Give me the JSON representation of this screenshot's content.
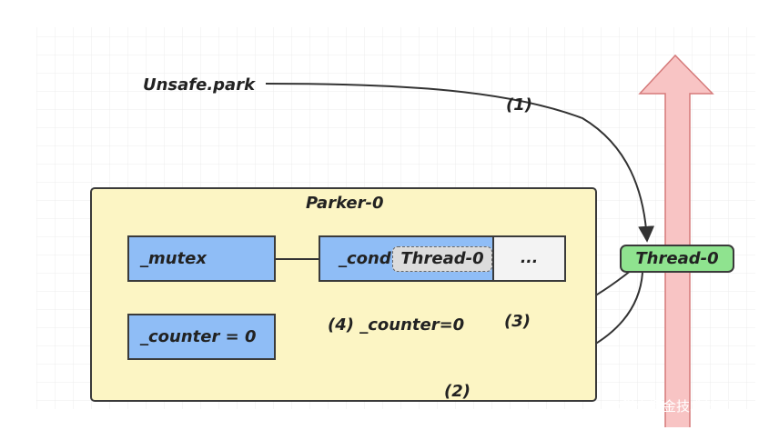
{
  "caller": "Unsafe.park",
  "parker": {
    "title": "Parker-0",
    "mutex": "_mutex",
    "cond": "_cond",
    "cond_queue_item": "Thread-0",
    "cond_queue_more": "...",
    "counter": "_counter = 0"
  },
  "thread": "Thread-0",
  "steps": {
    "step1": "(1)",
    "step2": "(2)",
    "step3": "(3)",
    "step4": "(4) _counter=0"
  },
  "watermark": "@稀土掘金技术社区",
  "colors": {
    "parker_fill": "#fcf5c4",
    "box_fill": "#8fbdf6",
    "thread_fill": "#8fe38f",
    "chip_fill": "#dcdcdc",
    "arrow_fill": "#f8c4c4"
  }
}
